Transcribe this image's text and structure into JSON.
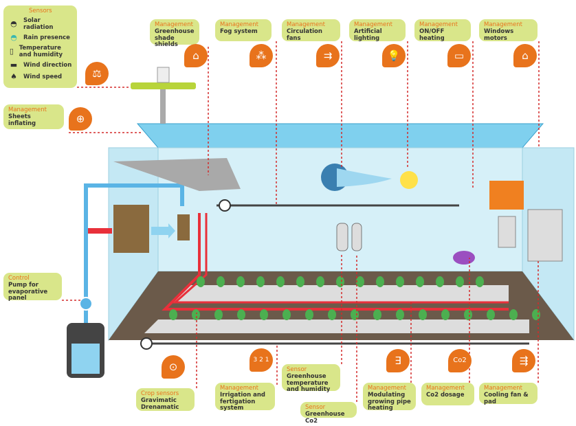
{
  "sensors_box": {
    "title": "Sensors",
    "items": [
      {
        "label": "Solar radiation",
        "icon": "solar-radiation-sensor-icon"
      },
      {
        "label": "Rain presence",
        "icon": "rain-sensor-icon"
      },
      {
        "label": "Temperature and humidity",
        "icon": "temperature-humidity-sensor-icon"
      },
      {
        "label": "Wind direction",
        "icon": "wind-vane-icon"
      },
      {
        "label": "Wind speed",
        "icon": "anemometer-icon"
      }
    ]
  },
  "callouts": {
    "shade": {
      "title": "Management",
      "text": "Greenhouse shade shields"
    },
    "fog": {
      "title": "Management",
      "text": "Fog system"
    },
    "fans": {
      "title": "Management",
      "text": "Circulation fans"
    },
    "lighting": {
      "title": "Management",
      "text": "Artificial lighting"
    },
    "heating": {
      "title": "Management",
      "text": "ON/OFF heating"
    },
    "windows": {
      "title": "Management",
      "text": "Windows motors"
    },
    "sheets": {
      "title": "Management",
      "text": "Sheets inflating"
    },
    "pump": {
      "title": "Control",
      "text": "Pump for evaporative panel"
    },
    "crop": {
      "title": "Crop sensors",
      "text": "Gravimatic Drenamatic"
    },
    "irrigation": {
      "title": "Management",
      "text": "Irrigation and fertigation system"
    },
    "temp_sensor": {
      "title": "Sensor",
      "text": "Greenhouse temperature and humidity"
    },
    "co2_sensor": {
      "title": "Sensor",
      "text": "Greenhouse Co2"
    },
    "pipe": {
      "title": "Management",
      "text": "Modulating growing pipe heating"
    },
    "co2_dosage": {
      "title": "Management",
      "text": "Co2 dosage"
    },
    "cooling": {
      "title": "Management",
      "text": "Cooling fan & pad"
    }
  },
  "icon_labels": {
    "co2": "Co2",
    "irrigation": "3 2 1"
  },
  "colors": {
    "accent": "#e8731c",
    "callout": "#d9e68a",
    "glass": "#bfe8f5",
    "roof": "#7fd0ee",
    "pipe_hot": "#e8303a",
    "pipe_cold": "#5ab4e5"
  }
}
